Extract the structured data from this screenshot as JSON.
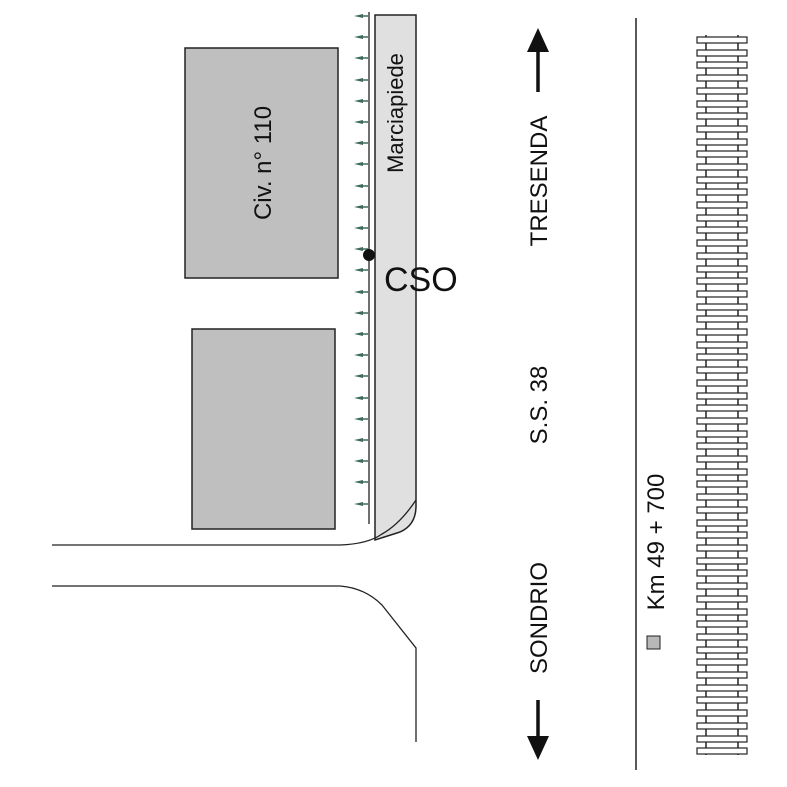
{
  "labels": {
    "building": "Civ. n° 110",
    "sidewalk": "Marciapiede",
    "point": "CSO",
    "direction_north": "TRESENDA",
    "road": "S.S. 38",
    "direction_south": "SONDRIO",
    "kilometer": "Km 49 + 700"
  },
  "colors": {
    "building_fill": "#bfbfbf",
    "sidewalk_fill": "#e0e0e0",
    "line": "#222222",
    "fence_tick": "#3f6b5a",
    "km_marker": "#b8b8b8"
  },
  "icons": {
    "arrow_up": "arrow-up-icon",
    "arrow_down": "arrow-down-icon",
    "point": "point-marker-icon",
    "km_marker": "square-marker-icon"
  }
}
